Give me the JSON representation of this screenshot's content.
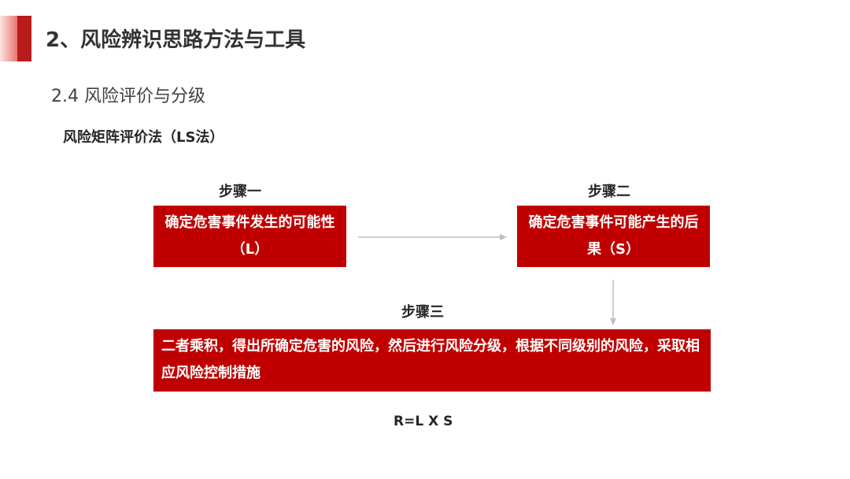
{
  "header": {
    "title": "2、风险辨识思路方法与工具"
  },
  "section": {
    "title": "2.4 风险评价与分级"
  },
  "method": {
    "title": "风险矩阵评价法（LS法）"
  },
  "steps": [
    {
      "label": "步骤一",
      "text": "确定危害事件发生的可能性（L）"
    },
    {
      "label": "步骤二",
      "text": "确定危害事件可能产生的后果（S）"
    },
    {
      "label": "步骤三",
      "text": "二者乘积，得出所确定危害的风险，然后进行风险分级，根据不同级别的风险，采取相应风险控制措施"
    }
  ],
  "formula": "R=L X S",
  "colors": {
    "accent": "#c00000",
    "accent_bar": "#b81b1b",
    "arrow": "#bfbfbf"
  }
}
